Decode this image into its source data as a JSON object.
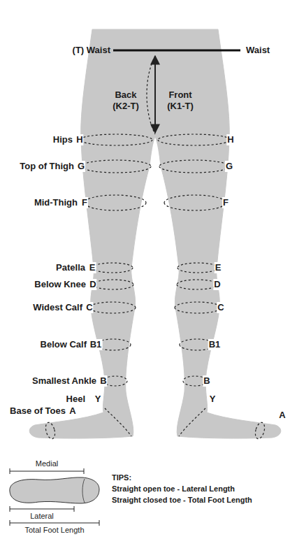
{
  "diagram": {
    "labels": [
      "(T) Waist",
      "Waist",
      "Back (K2-T)",
      "Front (K1-T)",
      "Hips",
      "H",
      "H",
      "Top of Thigh",
      "G",
      "G",
      "Mid-Thigh",
      "F",
      "F",
      "Patella",
      "E",
      "E",
      "Below Knee",
      "D",
      "D",
      "Widest Calf",
      "C",
      "C",
      "Below Calf",
      "B1",
      "B1",
      "Smallest Ankle",
      "B",
      "B",
      "Heel",
      "Y",
      "Y",
      "Base of Toes",
      "A",
      "A",
      "Medial",
      "Lateral",
      "Total Foot Length",
      "TIPS:",
      "Straight open toe - Lateral Length",
      "Straight closed toe - Total Foot Length"
    ]
  }
}
